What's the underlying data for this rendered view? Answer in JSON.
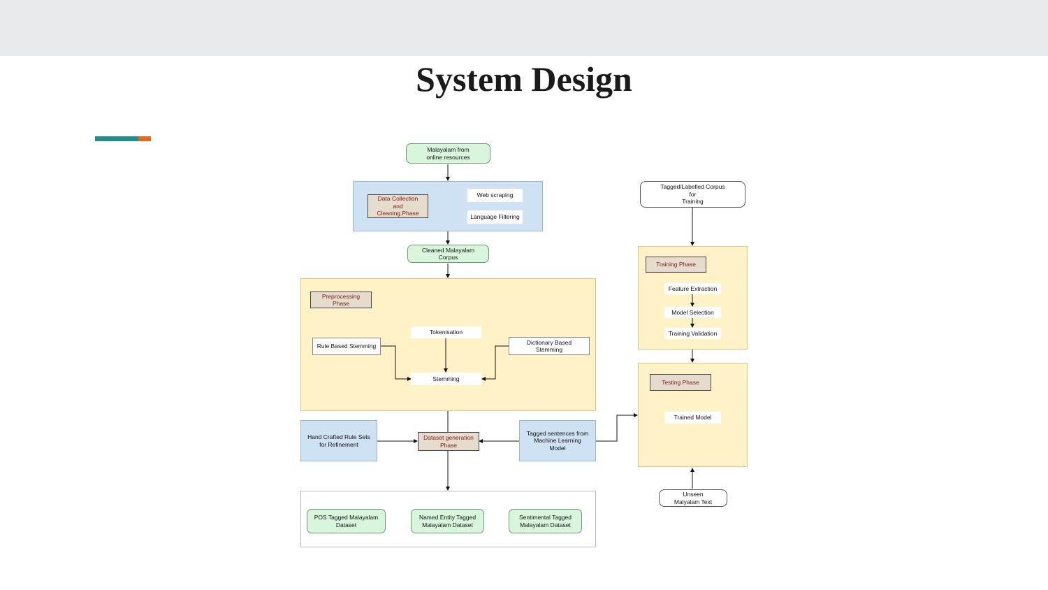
{
  "title": "System Design",
  "diagram": {
    "source": "Malayalam from\nonline resources",
    "data_collection": "Data Collection\nand\nCleaning Phase",
    "web_scraping": "Web scraping",
    "language_filtering": "Language Filtering",
    "cleaned_corpus": "Cleaned Malayalam\nCorpus",
    "preprocessing": "Preprocessing\nPhase",
    "tokenisation": "Tokenisation",
    "rule_based_stemming": "Rule Based Stemming",
    "dictionary_based_stemming": "Dictionary Based\nStemming",
    "stemming": "Stemming",
    "hand_crafted_rules": "Hand Crafted Rule Sets\nfor Refinement",
    "dataset_generation": "Dataset generation\nPhase",
    "tagged_sentences": "Tagged sentences from\nMachine Learning\nModel",
    "pos_dataset": "POS Tagged Malayalam\nDataset",
    "ner_dataset": "Named Entity Tagged\nMalayalam Dataset",
    "sentiment_dataset": "Sentimental Tagged\nMalayalam Dataset",
    "tagged_corpus": "Tagged/Labelled Corpus\nfor\nTraining",
    "training_phase": "Training Phase",
    "feature_extraction": "Feature Extraction",
    "model_selection": "Model  Selection",
    "training_validation": "Training Validation",
    "testing_phase": "Testing Phase",
    "trained_model": "Trained Model",
    "unseen_text": "Unseen\nMalyalam Text"
  },
  "colors": {
    "accent_teal": "#1f8f87",
    "accent_orange": "#e8651c",
    "panel_blue": "#cfe2f3",
    "panel_yellow": "#fff2c7",
    "node_green": "#d9f6dc",
    "phase_tan": "#e6dccd"
  }
}
